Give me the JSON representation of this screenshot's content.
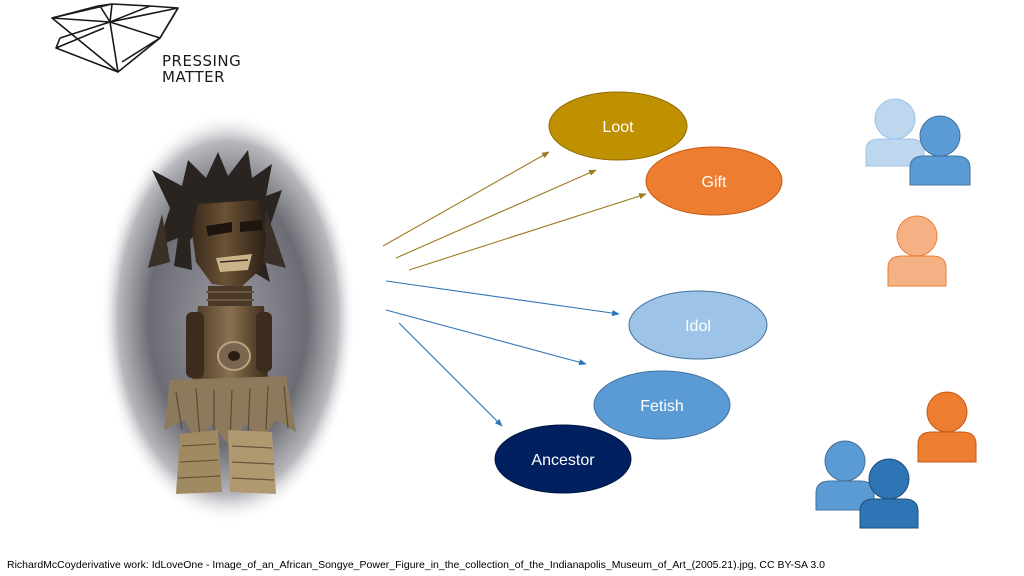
{
  "logo": {
    "line1": "PRESSING",
    "line2": "MATTER",
    "icon": "fan-lines-logo"
  },
  "figure": {
    "icon": "songye-power-figure-photo"
  },
  "labels": {
    "loot": "Loot",
    "gift": "Gift",
    "idol": "Idol",
    "fetish": "Fetish",
    "ancestor": "Ancestor"
  },
  "colors": {
    "loot": "#bf9000",
    "gift": "#ed7d31",
    "idol": "#9dc3e6",
    "fetish": "#5b9bd5",
    "ancestor": "#002060",
    "arrow_gold": "#9c7c1e",
    "arrow_blue": "#2e75b6",
    "person_light_blue": "#bdd7ee",
    "person_blue": "#5b9bd5",
    "person_dark_blue": "#2e75b6",
    "person_light_orange": "#f4b183",
    "person_orange": "#ed7d31"
  },
  "people_icons": [
    "people-group-icon",
    "person-icon",
    "person-icon",
    "people-group-icon"
  ],
  "caption": "RichardMcCoyderivative work: IdLoveOne - Image_of_an_African_Songye_Power_Figure_in_the_collection_of_the_Indianapolis_Museum_of_Art_(2005.21).jpg,  CC BY-SA 3.0"
}
